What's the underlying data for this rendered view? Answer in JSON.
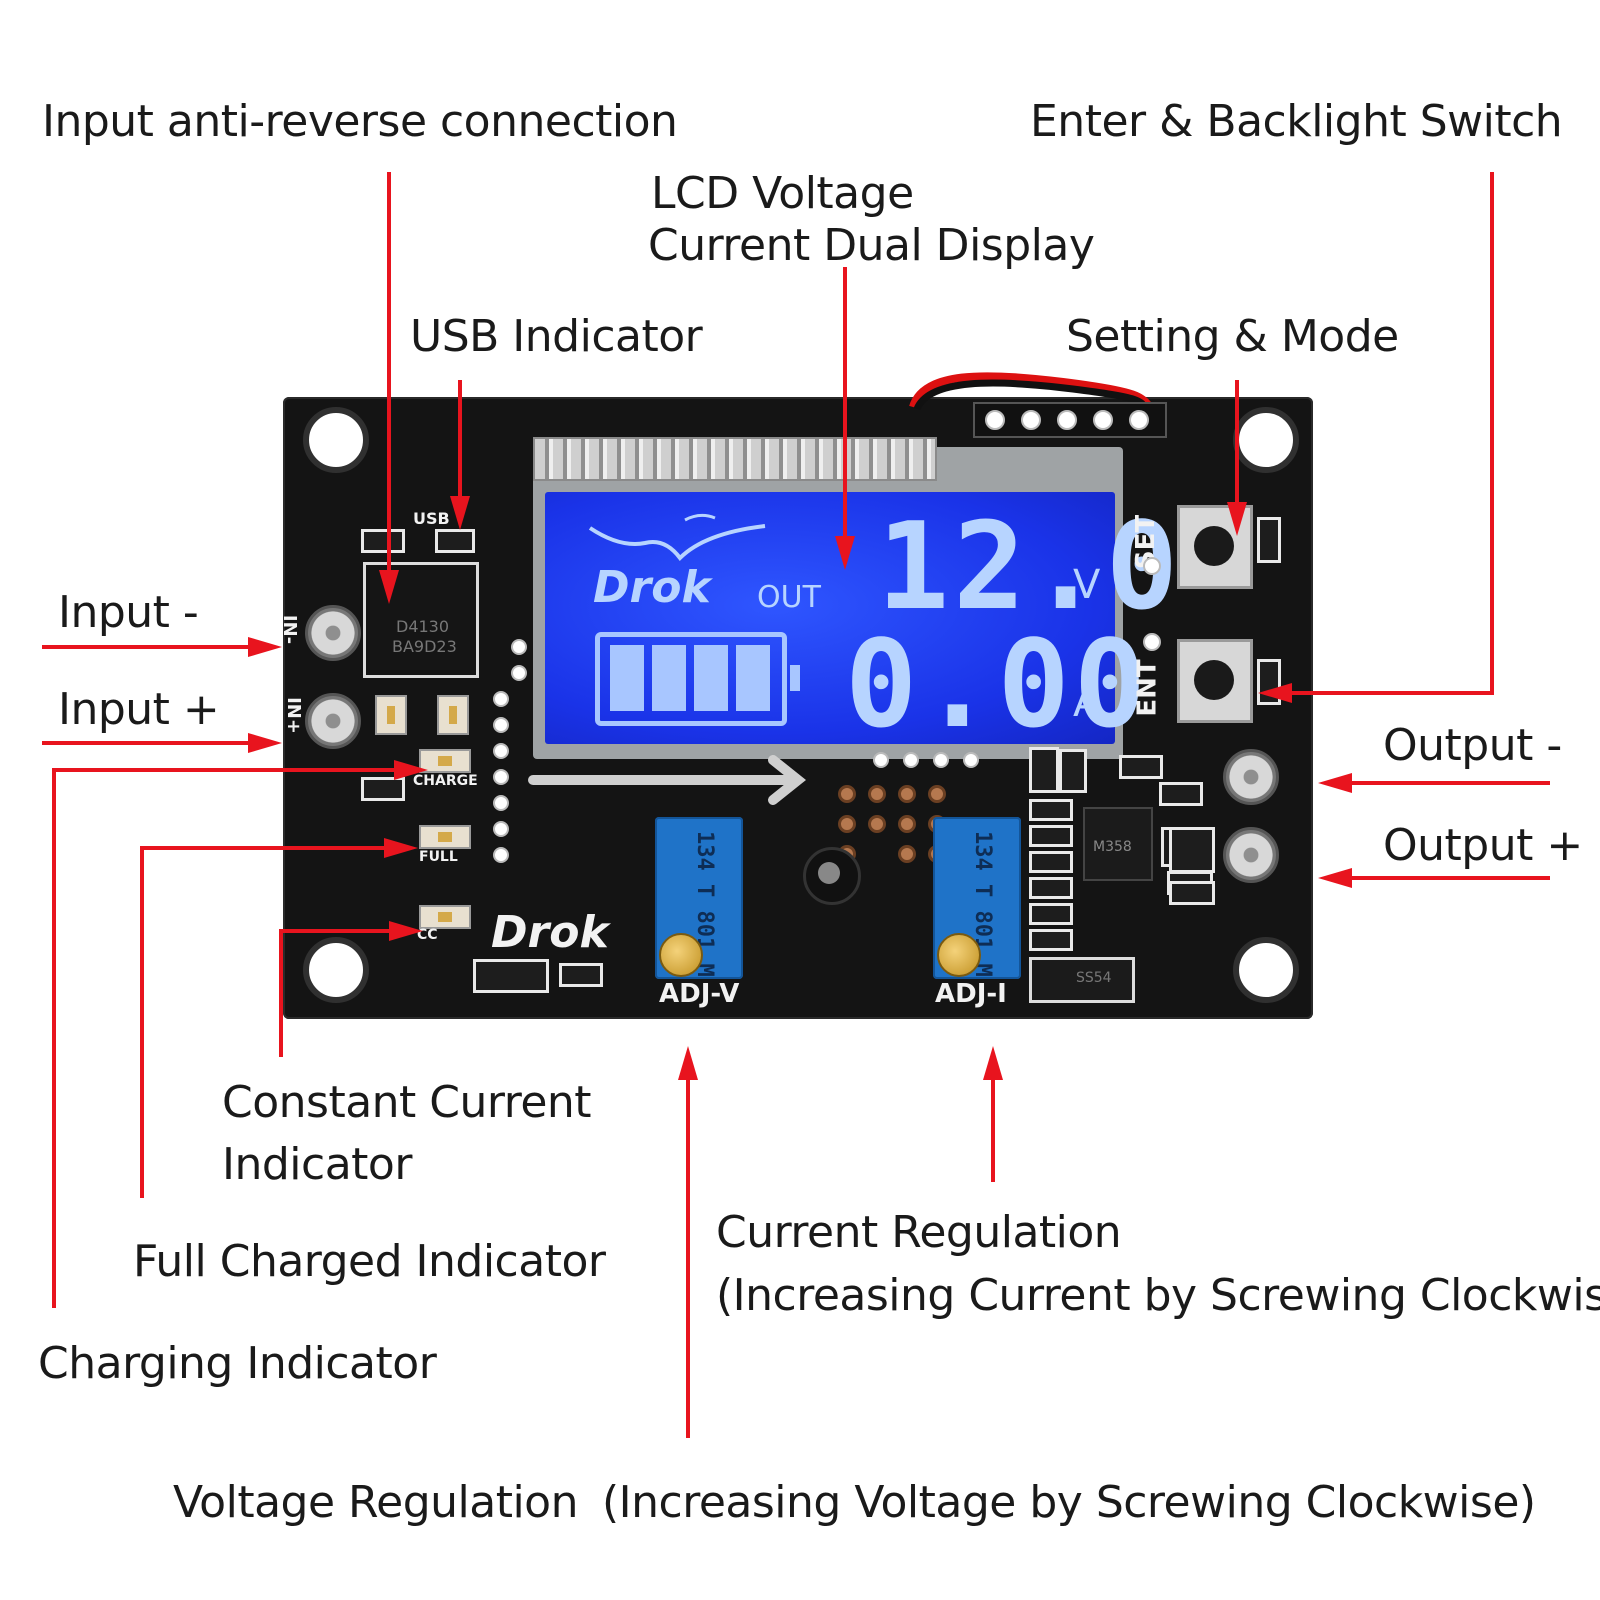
{
  "labels": {
    "input_anti_reverse": "Input anti-reverse connection",
    "enter_backlight": "Enter & Backlight Switch",
    "lcd_line1": "LCD Voltage",
    "lcd_line2": "Current Dual Display",
    "usb_indicator": "USB Indicator",
    "setting_mode": "Setting & Mode",
    "input_minus": "Input -",
    "input_plus": "Input +",
    "output_minus": "Output -",
    "output_plus": "Output +",
    "cc_line1": "Constant Current",
    "cc_line2": "Indicator",
    "full_charged": "Full Charged Indicator",
    "charging": "Charging Indicator",
    "current_reg_line1": "Current Regulation",
    "current_reg_line2": "(Increasing Current by Screwing Clockwise)",
    "voltage_reg": "Voltage Regulation",
    "voltage_reg_note": "(Increasing Voltage by Screwing Clockwise)"
  },
  "board": {
    "silkscreen": {
      "usb": "USB",
      "charge": "CHARGE",
      "full": "FULL",
      "cc": "CC",
      "in_minus": "IN-",
      "in_plus": "IN+",
      "set": "SET",
      "ent": "ENT",
      "adj_v": "ADJ-V",
      "adj_i": "ADJ-I",
      "brand": "Drok",
      "chip_top": "D4130",
      "chip_bottom": "BA9D23",
      "ic": "M358",
      "diode": "SS54"
    },
    "lcd": {
      "brand": "Drok",
      "out_label": "OUT",
      "voltage": "12.0",
      "voltage_unit": "V",
      "current": "0.00",
      "current_unit": "A",
      "battery_level": 1.0
    },
    "pots": {
      "adj_v_marking": "134 T 801 M",
      "adj_i_marking": "134 T 801 M"
    }
  },
  "colors": {
    "arrow": "#e8141e",
    "board": "#141414",
    "lcd": "#1a33e8",
    "lcd_segments": "#b7d4ff",
    "pot": "#1f73c8"
  }
}
